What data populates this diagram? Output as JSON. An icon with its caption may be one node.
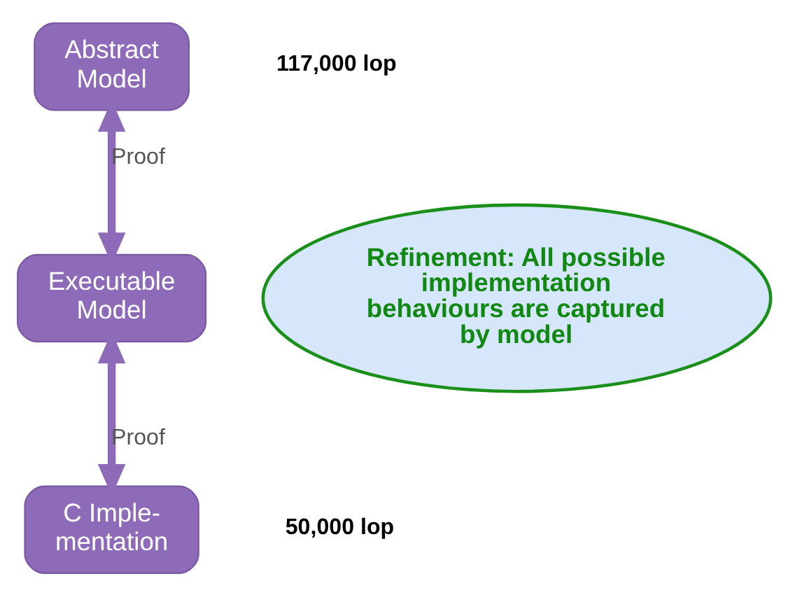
{
  "diagram": {
    "nodes": [
      {
        "text": [
          "Abstract Model"
        ]
      },
      {
        "text": [
          "Executable Model"
        ]
      },
      {
        "text": [
          "C Imple- mentation"
        ]
      },
      {
        "text": [
          "Refinement: All possible implementation behaviours are captured by model"
        ]
      }
    ],
    "edges": [
      {
        "from": 0,
        "to": 1,
        "arrow": "both",
        "label": "Proof"
      },
      {
        "from": 1,
        "to": 2,
        "arrow": "both",
        "label": "Proof"
      }
    ],
    "labels": [
      "117,000 lop",
      "50,000 lop"
    ]
  }
}
